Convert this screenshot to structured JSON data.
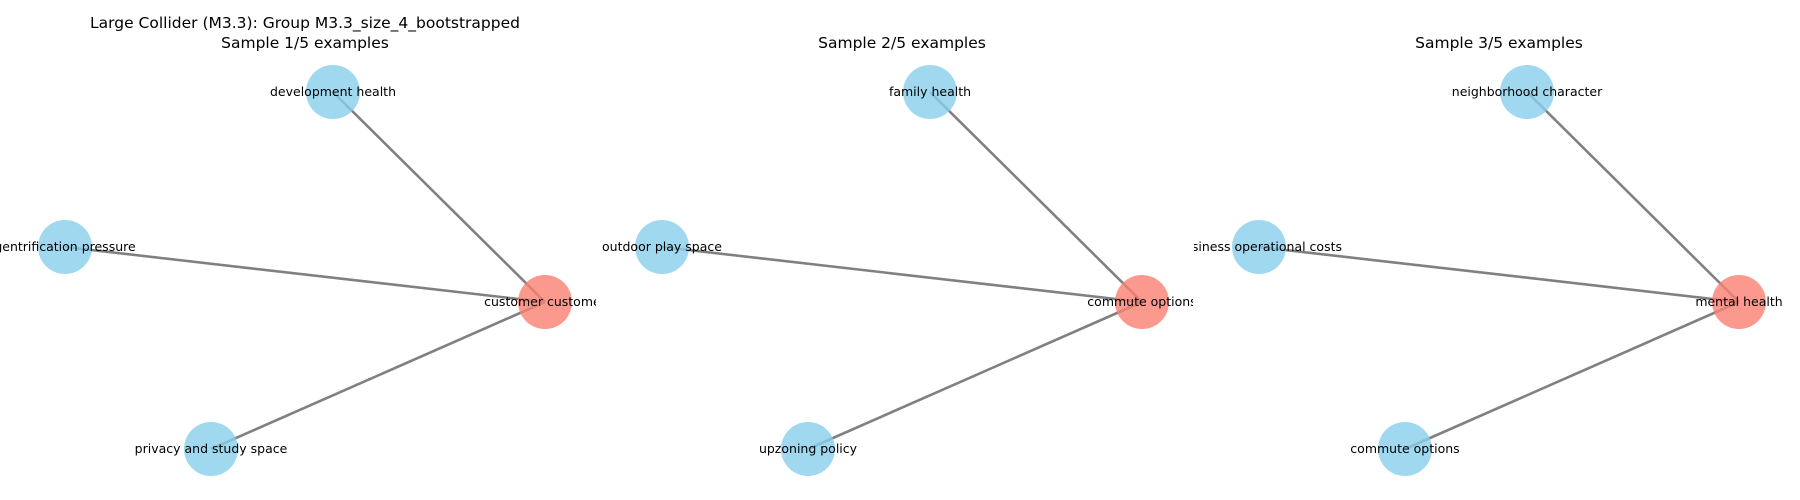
{
  "figure_title": "Large Collider (M3.3): Group M3.3_size_4_bootstrapped",
  "colors": {
    "cause_node": "#87ceeb",
    "collider_node": "#fa8072",
    "edge": "#808080"
  },
  "panels": [
    {
      "title": "Sample 1/5 examples",
      "collider": "customer customer",
      "causes": [
        "development health",
        "gentrification pressure",
        "privacy and study space"
      ]
    },
    {
      "title": "Sample 2/5 examples",
      "collider": "commute options",
      "causes": [
        "family health",
        "outdoor play space",
        "upzoning policy"
      ]
    },
    {
      "title": "Sample 3/5 examples",
      "collider": "mental health",
      "causes": [
        "neighborhood character",
        "business operational costs",
        "commute options"
      ]
    }
  ]
}
